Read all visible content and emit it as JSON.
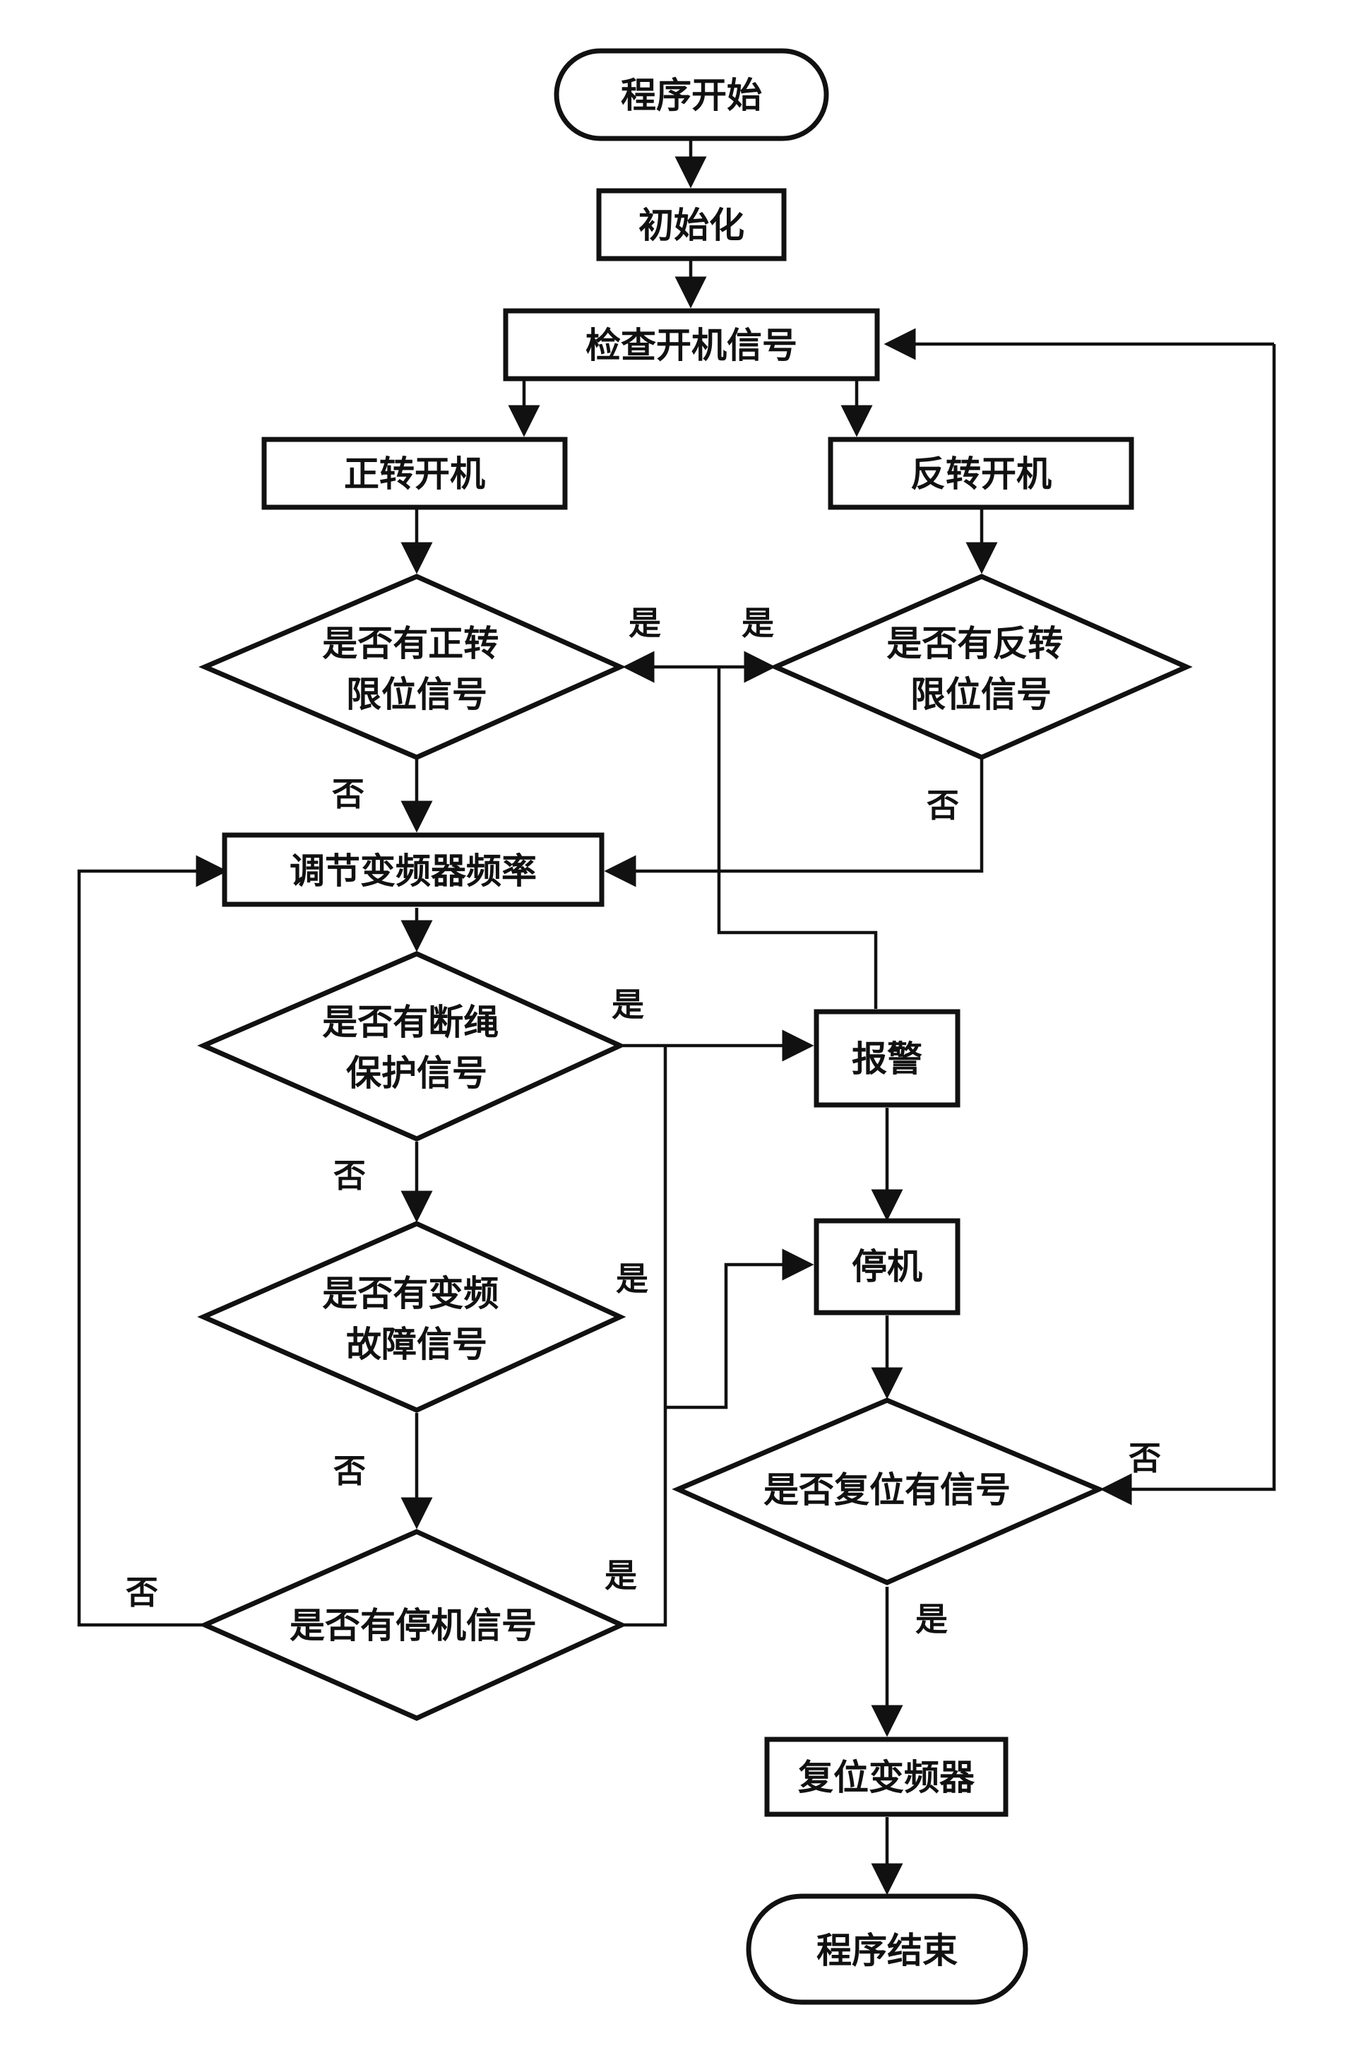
{
  "flowchart": {
    "nodes": {
      "start": "程序开始",
      "init": "初始化",
      "check_start": "检查开机信号",
      "forward_run": "正转开机",
      "reverse_run": "反转开机",
      "q_forward_limit": [
        "是否有正转",
        "限位信号"
      ],
      "q_reverse_limit": [
        "是否有反转",
        "限位信号"
      ],
      "adjust_freq": "调节变频器频率",
      "q_rope_break": [
        "是否有断绳",
        "保护信号"
      ],
      "q_vfd_fault": [
        "是否有变频",
        "故障信号"
      ],
      "q_stop_signal": "是否有停机信号",
      "alarm": "报警",
      "stop": "停机",
      "q_reset_signal": "是否复位有信号",
      "reset_vfd": "复位变频器",
      "end": "程序结束"
    },
    "labels": {
      "yes": "是",
      "no": "否"
    }
  }
}
